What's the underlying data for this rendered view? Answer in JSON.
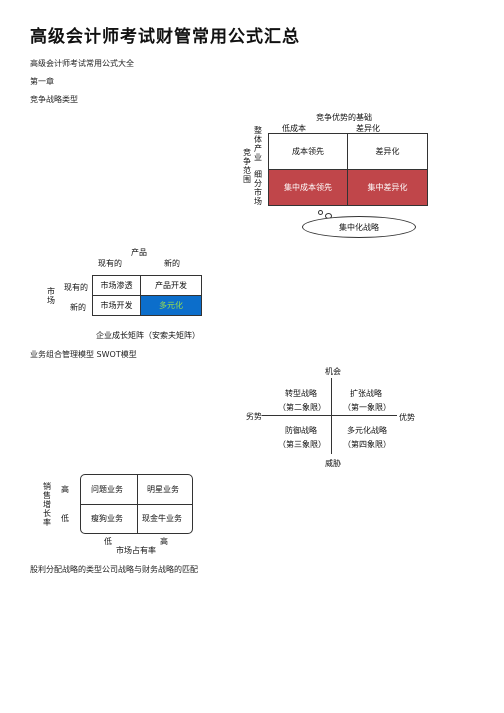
{
  "title": "高级会计师考试财管常用公式汇总",
  "subtitle": "高级会计师考试常用公式大全",
  "chapter": "第一章",
  "section_competitive": "竞争战略类型",
  "comp_diagram": {
    "top_label": "竞争优势的基础",
    "col_low_cost": "低成本",
    "col_diff": "差异化",
    "scope_label": "竞争范围",
    "row1_label": "整体产业",
    "row2_label": "细分市场",
    "cell_cost_leader": "成本领先",
    "cell_diff": "差异化",
    "cell_focus_cost": "集中成本领先",
    "cell_focus_diff": "集中差异化",
    "cloud_label": "集中化战略",
    "focus_color": "#c0464a"
  },
  "ansoff": {
    "top_label": "产品",
    "col_existing": "现有的",
    "col_new": "新的",
    "side_label": "市场",
    "row_existing": "现有的",
    "row_new": "新的",
    "cell_penetration": "市场渗透",
    "cell_product_dev": "产品开发",
    "cell_market_dev": "市场开发",
    "cell_diversify": "多元化",
    "caption": "企业成长矩阵（安索夫矩阵）",
    "diversify_color": "#0c6ecb"
  },
  "section_swot": "业务组合管理模型 SWOT模型",
  "swot": {
    "top": "机会",
    "bottom": "威胁",
    "left": "劣势",
    "right": "优势",
    "q2_name": "转型战略",
    "q2_quad": "（第二象限）",
    "q1_name": "扩张战略",
    "q1_quad": "（第一象限）",
    "q3_name": "防御战略",
    "q3_quad": "（第三象限）",
    "q4_name": "多元化战略",
    "q4_quad": "（第四象限）"
  },
  "bcg": {
    "side_label": "销售增长率",
    "row_high": "高",
    "row_low": "低",
    "cell_question": "问题业务",
    "cell_star": "明星业务",
    "cell_dog": "瘦狗业务",
    "cell_cow": "现金牛业务",
    "col_low": "低",
    "col_high": "高",
    "bottom_label": "市场占有率"
  },
  "section_dividend": "股利分配战略的类型公司战略与财务战略的匹配"
}
